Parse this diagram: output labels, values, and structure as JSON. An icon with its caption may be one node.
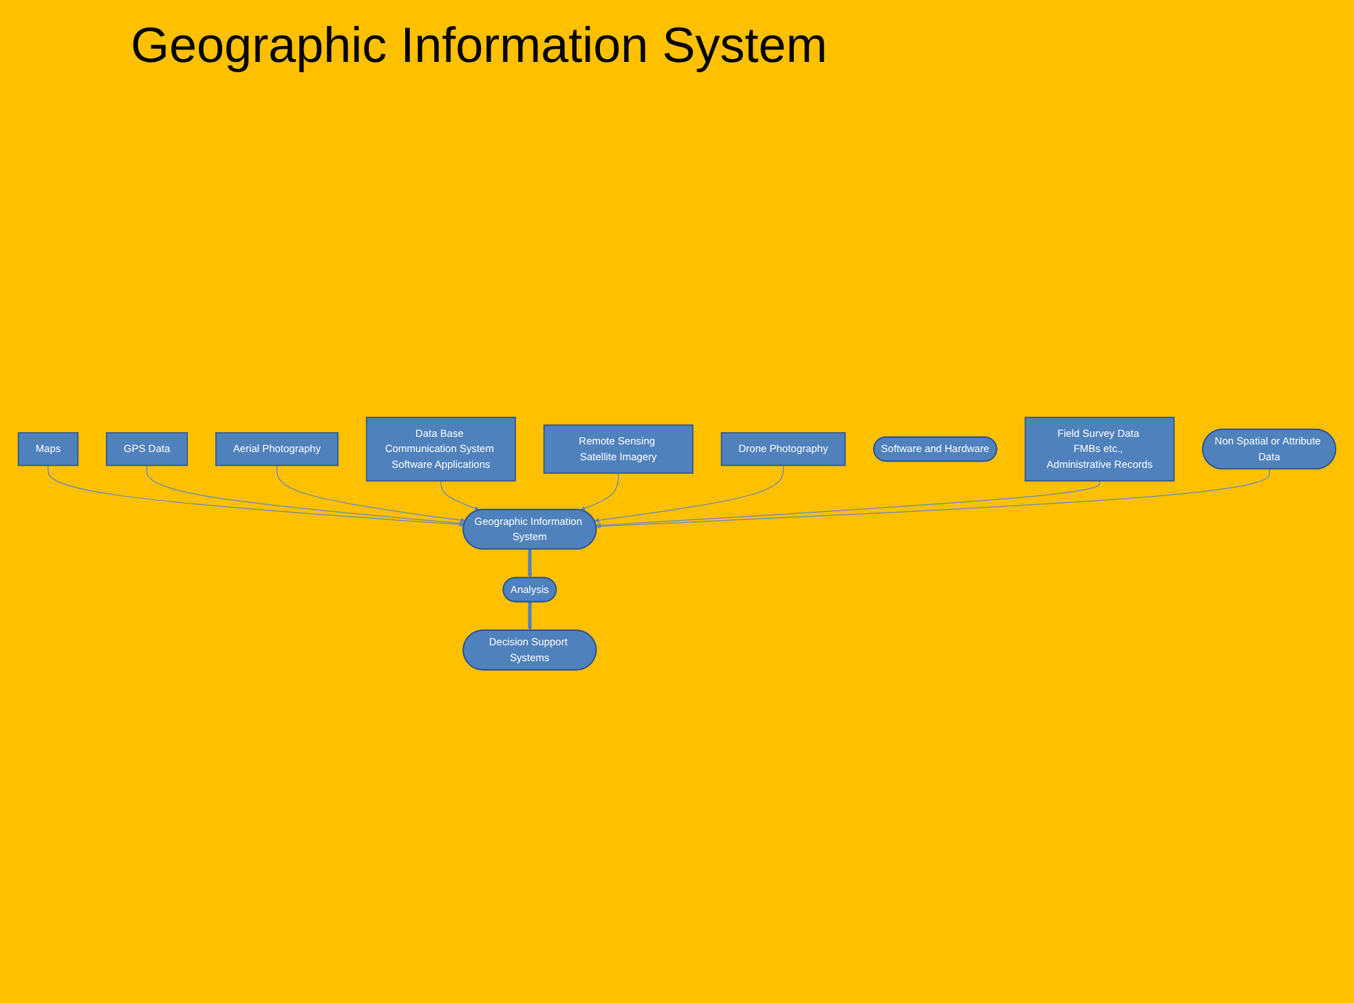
{
  "diagram": {
    "title": "Geographic Information System",
    "nodes": [
      {
        "text": [
          "Maps"
        ]
      },
      {
        "text": [
          "GPS Data"
        ]
      },
      {
        "text": [
          "Aerial Photography"
        ]
      },
      {
        "text": [
          "Data Base Communication System Software Applications"
        ]
      },
      {
        "text": [
          "Remote Sensing Satellite Imagery"
        ]
      },
      {
        "text": [
          "Drone Photography"
        ]
      },
      {
        "text": [
          "Software and Hardware"
        ]
      },
      {
        "text": [
          "Geographic Information System"
        ]
      },
      {
        "text": [
          "Field Survey Data FMBs etc., Administrative Records"
        ]
      },
      {
        "text": [
          "Non Spatial or Attribute Data"
        ]
      },
      {
        "text": [
          "Analysis"
        ]
      },
      {
        "text": [
          "Decision Support Systems"
        ]
      }
    ],
    "edges": [
      {
        "from": 0,
        "to": 7,
        "arrow": "to"
      },
      {
        "from": 1,
        "to": 7,
        "arrow": "to"
      },
      {
        "from": 2,
        "to": 7,
        "arrow": "to"
      },
      {
        "from": 3,
        "to": 7,
        "arrow": "to"
      },
      {
        "from": 4,
        "to": 7,
        "arrow": "to"
      },
      {
        "from": 5,
        "to": 7,
        "arrow": "to"
      },
      {
        "from": 8,
        "to": 7,
        "arrow": "to"
      },
      {
        "from": 9,
        "to": 7,
        "arrow": "to"
      },
      {
        "from": 7,
        "to": 10,
        "arrow": "to",
        "style": "thick",
        "color": "#4f81bd"
      },
      {
        "from": 10,
        "to": 11,
        "arrow": "to",
        "style": "thick",
        "color": "#4f81bd"
      }
    ]
  }
}
